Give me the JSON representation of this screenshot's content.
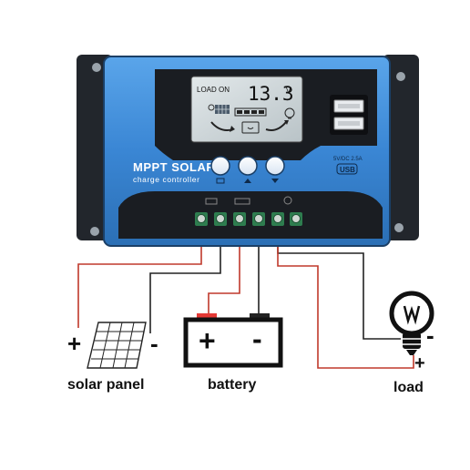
{
  "device": {
    "brand_line1": "MPPT SOLAR",
    "brand_line2": "charge controller",
    "usb_spec": "5V/DC 2.5A",
    "usb_badge": "USB"
  },
  "lcd": {
    "status": "LOAD ON",
    "voltage_value": "13.3",
    "voltage_unit": "V"
  },
  "labels": {
    "solar_panel": "solar panel",
    "battery": "battery",
    "load": "load"
  },
  "signs": {
    "solar_plus": "+",
    "solar_minus": "-",
    "battery_plus": "+",
    "battery_minus": "-",
    "load_plus": "+",
    "load_minus": "-"
  },
  "colors": {
    "case_blue": "#3a86d4",
    "case_dark": "#1a1d22",
    "lcd_bg": "#cfd8dc",
    "terminal_green": "#2e7d4f",
    "wire_red": "#c0392b",
    "wire_black": "#222222",
    "battery_red_terminal": "#e53935"
  }
}
